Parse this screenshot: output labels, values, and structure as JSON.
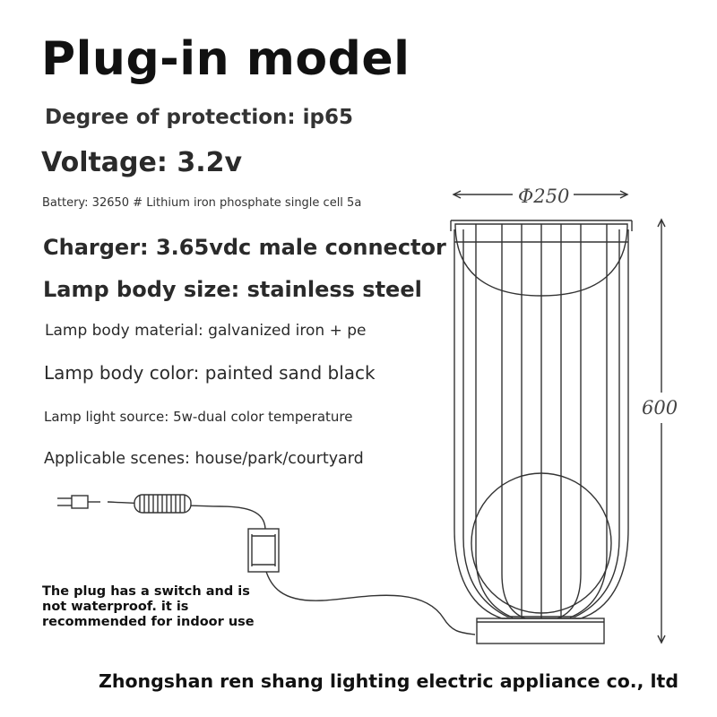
{
  "title": "Plug-in model",
  "specs": {
    "protection": "Degree of protection: ip65",
    "voltage": "Voltage: 3.2v",
    "battery": "Battery: 32650 # Lithium iron phosphate single cell 5a",
    "charger": "Charger: 3.65vdc male connector",
    "body_size": "Lamp body size: stainless steel",
    "body_material": "Lamp body material: galvanized iron + pe",
    "body_color": "Lamp body color: painted sand black",
    "light_source": "Lamp light source: 5w-dual color temperature",
    "scenes": "Applicable scenes: house/park/courtyard"
  },
  "note": "The plug has a switch and is not waterproof. it is recommended for indoor use",
  "company": "Zhongshan ren shang lighting electric appliance co., ltd",
  "dimensions": {
    "diameter": "Φ250",
    "height": "600"
  },
  "icons": [
    "plug-icon",
    "cable-coil-icon",
    "adapter-box-icon"
  ]
}
